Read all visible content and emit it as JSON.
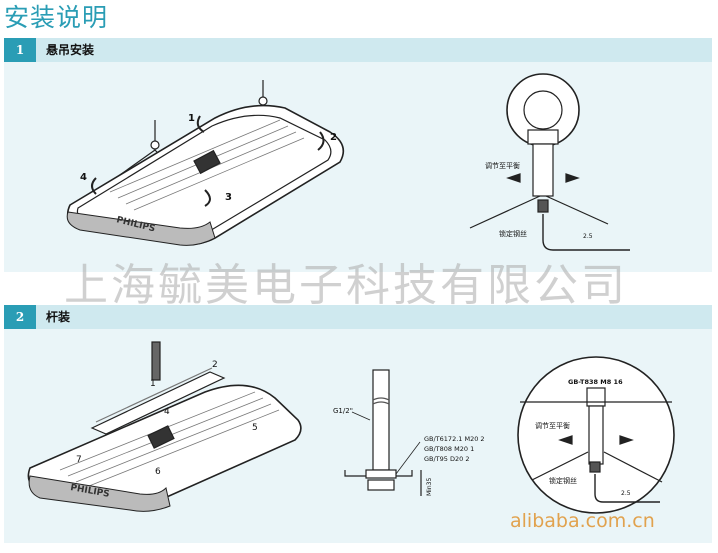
{
  "page": {
    "title": "安装说明"
  },
  "sections": [
    {
      "number": "1",
      "label": "悬吊安装"
    },
    {
      "number": "2",
      "label": "杆装"
    }
  ],
  "diagram1": {
    "brand": "PHILIPS",
    "steps": [
      "1",
      "2",
      "3",
      "4"
    ],
    "detail": {
      "adjust_label": "调节至平衡",
      "lock_label": "锁定钢丝",
      "dimension": "2.5"
    }
  },
  "diagram2": {
    "brand": "PHILIPS",
    "steps": [
      "1",
      "2",
      "4",
      "5",
      "6",
      "7"
    ],
    "pipe_label": "G1/2\"",
    "parts": [
      "GB/T6172.1 M20  2",
      "GB/T808 M20  1",
      "GB/T95 D20  2"
    ],
    "min_label": "Min35",
    "detail": {
      "bolt_label": "GB-T838 M8  16",
      "adjust_label": "调节至平衡",
      "lock_label": "锁定钢丝",
      "dimension": "2.5"
    }
  },
  "watermark": "上海毓美电子科技有限公司",
  "site_url": "alibaba.com.cn"
}
